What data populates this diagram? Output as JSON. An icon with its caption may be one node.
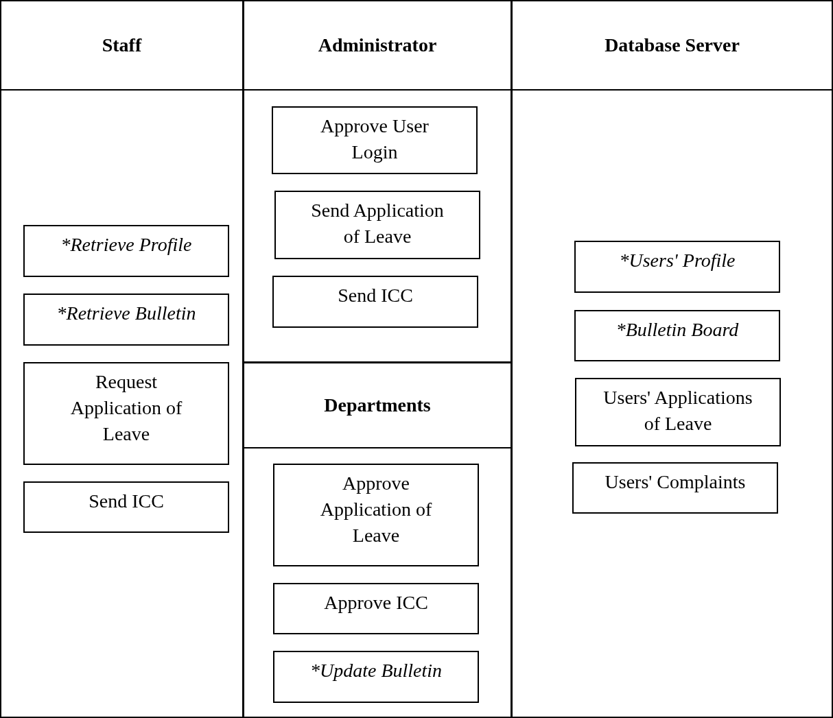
{
  "diagram": {
    "nodes": [
      {
        "text": [
          "Staff"
        ]
      },
      {
        "text": [
          "Administrator"
        ]
      },
      {
        "text": [
          "Database Server"
        ]
      },
      {
        "text": [
          "Departments"
        ]
      },
      {
        "text": [
          "*Retrieve Profile"
        ],
        "in": 0
      },
      {
        "text": [
          "*Retrieve Bulletin"
        ],
        "in": 0
      },
      {
        "text": [
          "Request Application of Leave"
        ],
        "in": 0
      },
      {
        "text": [
          "Send ICC"
        ],
        "in": 0
      },
      {
        "text": [
          "Approve User Login"
        ],
        "in": 1
      },
      {
        "text": [
          "Send Application of Leave"
        ],
        "in": 1
      },
      {
        "text": [
          "Send ICC"
        ],
        "in": 1
      },
      {
        "text": [
          "Approve Application of Leave"
        ],
        "in": 3
      },
      {
        "text": [
          "Approve ICC"
        ],
        "in": 3
      },
      {
        "text": [
          "*Update Bulletin"
        ],
        "in": 3
      },
      {
        "text": [
          "*Users' Profile"
        ],
        "in": 2
      },
      {
        "text": [
          "*Bulletin Board"
        ],
        "in": 2
      },
      {
        "text": [
          "Users' Applications of Leave"
        ],
        "in": 2
      },
      {
        "text": [
          "Users' Complaints"
        ],
        "in": 2
      }
    ]
  }
}
